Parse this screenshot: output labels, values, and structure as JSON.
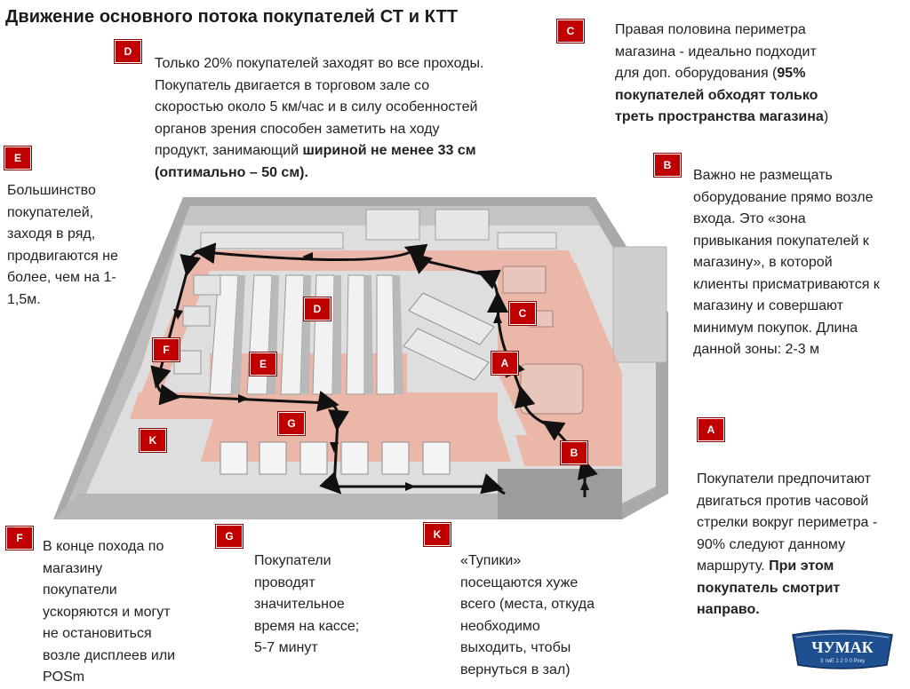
{
  "title": "Движение основного потока покупателей СТ и КТТ",
  "badges": {
    "A": "A",
    "B": "B",
    "C": "C",
    "D": "D",
    "E": "E",
    "F": "F",
    "G": "G",
    "K": "K"
  },
  "notes": {
    "D": {
      "l1": "Только 20% покупателей заходят во все проходы.",
      "l2": "Покупатель двигается в торговом зале со",
      "l3": "скоростью около 5 км/час и в силу особенностей",
      "l4": "органов зрения способен заметить на ходу",
      "l5a": "продукт, занимающий ",
      "l5b": "шириной не менее 33 см",
      "l6": "(оптимально – 50 см)."
    },
    "C": {
      "l1": "Правая половина периметра",
      "l2": "магазина - идеально подходит",
      "l3a": "для доп. оборудования (",
      "l3b": "95%",
      "l4": "покупателей обходят только",
      "l5a": "треть пространства магазина",
      "l5b": ")"
    },
    "E": {
      "l1": "Большинство",
      "l2": "покупателей,",
      "l3": "заходя в ряд,",
      "l4": "продвигаются не",
      "l5": "более, чем на 1-",
      "l6": "1,5м."
    },
    "B": {
      "l1": "Важно не размещать",
      "l2": "оборудование прямо возле",
      "l3": "входа. Это «зона",
      "l4": "привыкания покупателей к",
      "l5": "магазину», в которой",
      "l6": "клиенты присматриваются к",
      "l7": "магазину и совершают",
      "l8": "минимум покупок. Длина",
      "l9": "данной зоны: 2-3 м"
    },
    "A": {
      "l1": "Покупатели предпочитают",
      "l2": "двигаться против часовой",
      "l3": "стрелки вокруг периметра -",
      "l4": "90% следуют данному",
      "l5a": "маршруту. ",
      "l5b": "При этом",
      "l6": "покупатель смотрит",
      "l7": "направо."
    },
    "F": {
      "l1": "В конце похода по",
      "l2": "магазину",
      "l3": "покупатели",
      "l4": "ускоряются и могут",
      "l5": "не остановиться",
      "l6": "возле дисплеев или",
      "l7": "POSm"
    },
    "G": {
      "l1": "Покупатели",
      "l2": "проводят",
      "l3": "значительное",
      "l4": "время на кассе;",
      "l5": "5-7 минут"
    },
    "K": {
      "l1": "«Тупики»",
      "l2": "посещаются хуже",
      "l3": "всего (места, откуда",
      "l4": "необходимо",
      "l5": "выходить, чтобы",
      "l6": "вернуться в зал)"
    }
  },
  "logo": {
    "brand": "ЧУМАК",
    "tagline": "З тмЕ 1 2 0 0 Року"
  },
  "colors": {
    "badge": "#c00000",
    "zone": "#e8a090",
    "floor": "#d9d9d9",
    "wall": "#9e9e9e",
    "path": "#111111",
    "logo_blue": "#1d4f91"
  }
}
